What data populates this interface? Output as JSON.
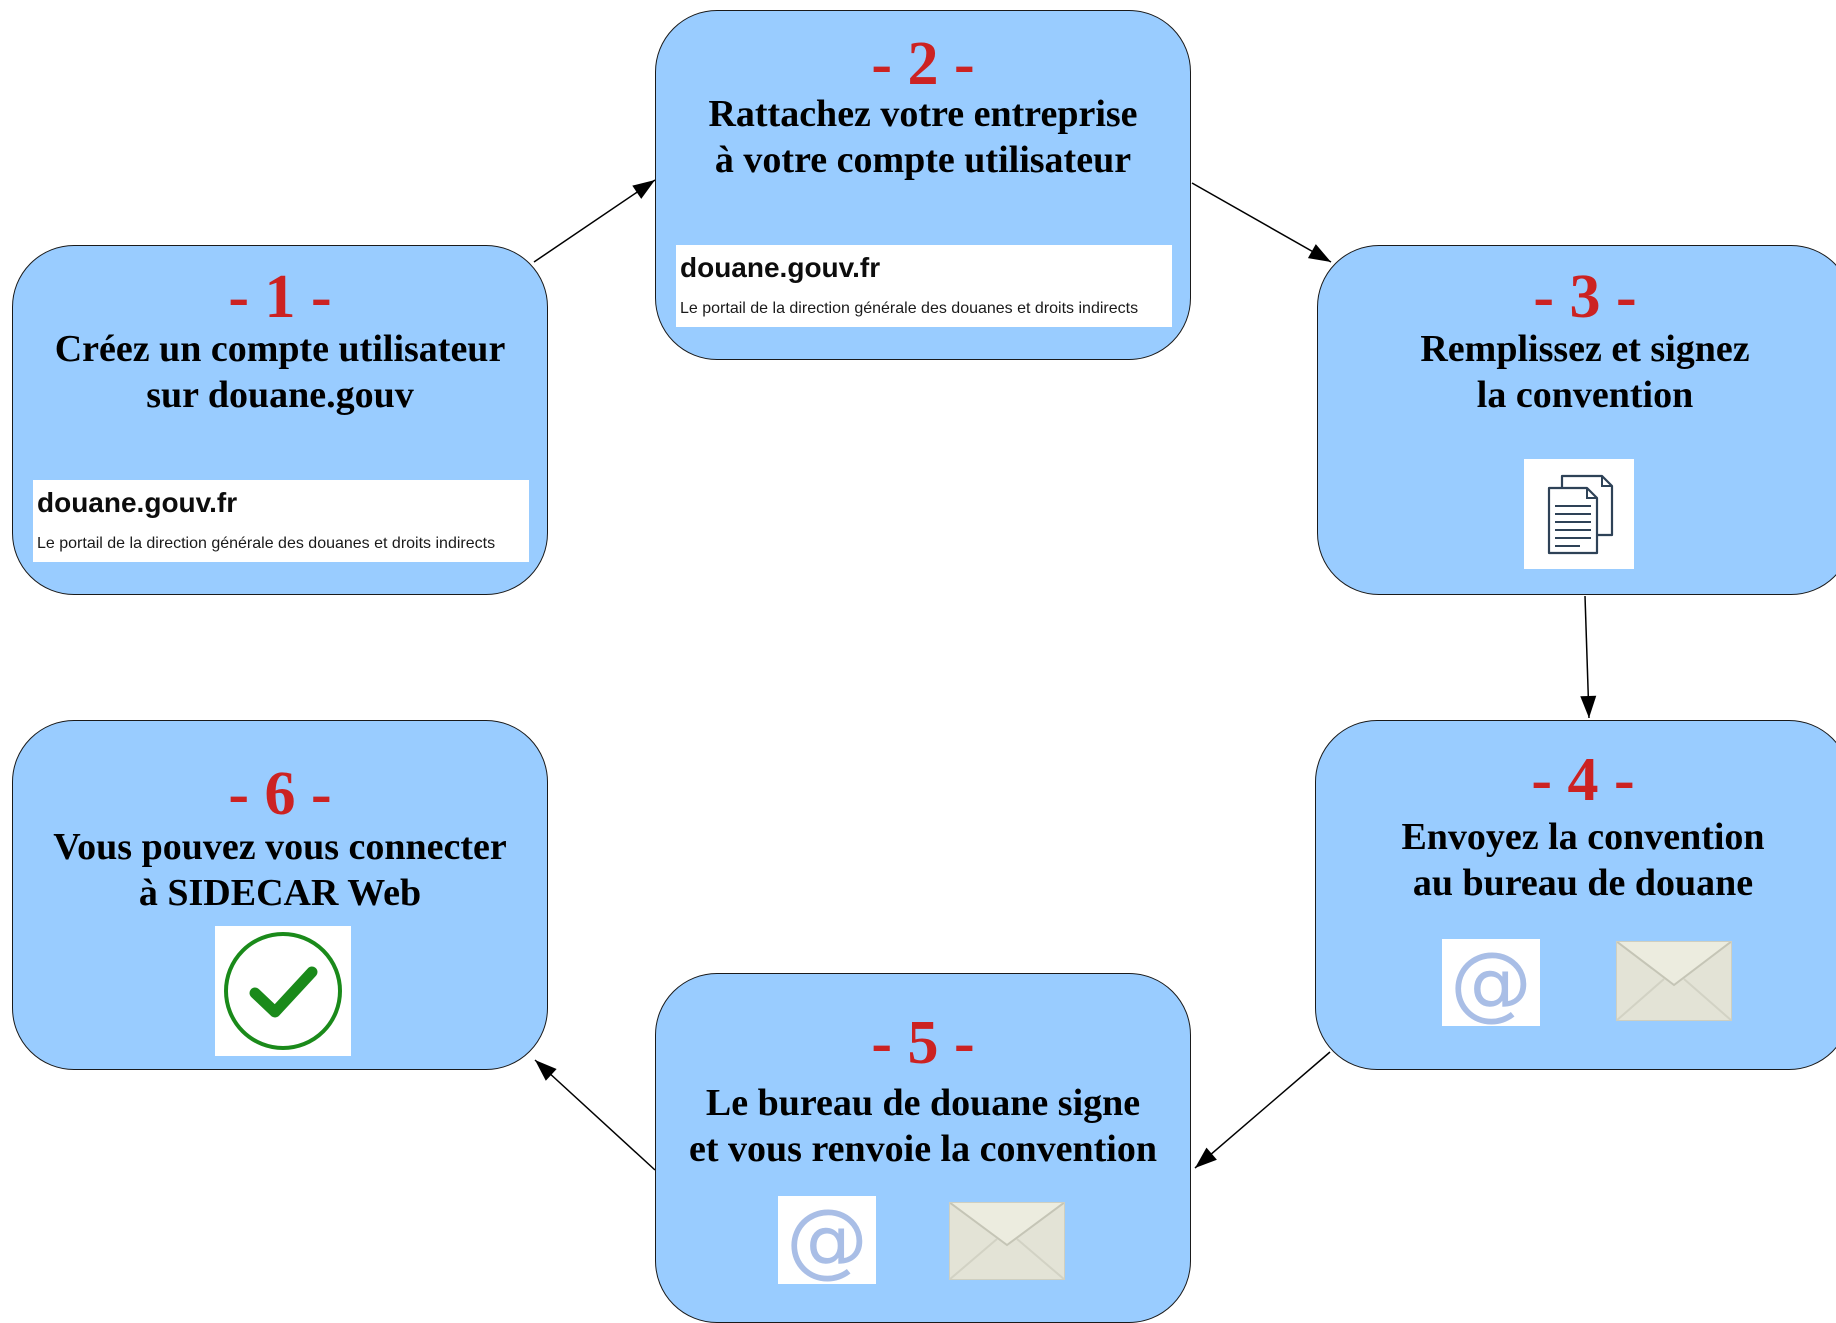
{
  "steps": [
    {
      "number": "- 1 -",
      "title_lines": [
        "Créez un compte utilisateur",
        "sur douane.gouv"
      ],
      "portal": {
        "site": "douane.gouv.fr",
        "tagline": "Le portail de la direction générale des douanes et droits indirects"
      }
    },
    {
      "number": "- 2 -",
      "title_lines": [
        "Rattachez votre entreprise",
        "à votre compte utilisateur"
      ],
      "portal": {
        "site": "douane.gouv.fr",
        "tagline": "Le portail de la direction générale des douanes et droits indirects"
      }
    },
    {
      "number": "- 3 -",
      "title_lines": [
        "Remplissez et signez",
        "la convention"
      ],
      "icons": [
        "document-icon"
      ]
    },
    {
      "number": "- 4 -",
      "title_lines": [
        "Envoyez la convention",
        "au bureau de douane"
      ],
      "icons": [
        "at-sign-icon",
        "envelope-icon"
      ]
    },
    {
      "number": "- 5 -",
      "title_lines": [
        "Le bureau de douane signe",
        "et vous renvoie la convention"
      ],
      "icons": [
        "at-sign-icon",
        "envelope-icon"
      ]
    },
    {
      "number": "- 6 -",
      "title_lines": [
        "Vous pouvez vous connecter",
        "à SIDECAR Web"
      ],
      "icons": [
        "checkmark-circle-icon"
      ]
    }
  ],
  "at_symbol": "@",
  "flow": [
    [
      1,
      2
    ],
    [
      2,
      3
    ],
    [
      3,
      4
    ],
    [
      4,
      5
    ],
    [
      5,
      6
    ]
  ],
  "colors": {
    "box_fill": "#99ccff",
    "box_border": "#1a1a1a",
    "step_number": "#cc2222",
    "envelope": "#e2e2d5",
    "at_sign": "#a9bee6",
    "check": "#1a8a1a"
  }
}
